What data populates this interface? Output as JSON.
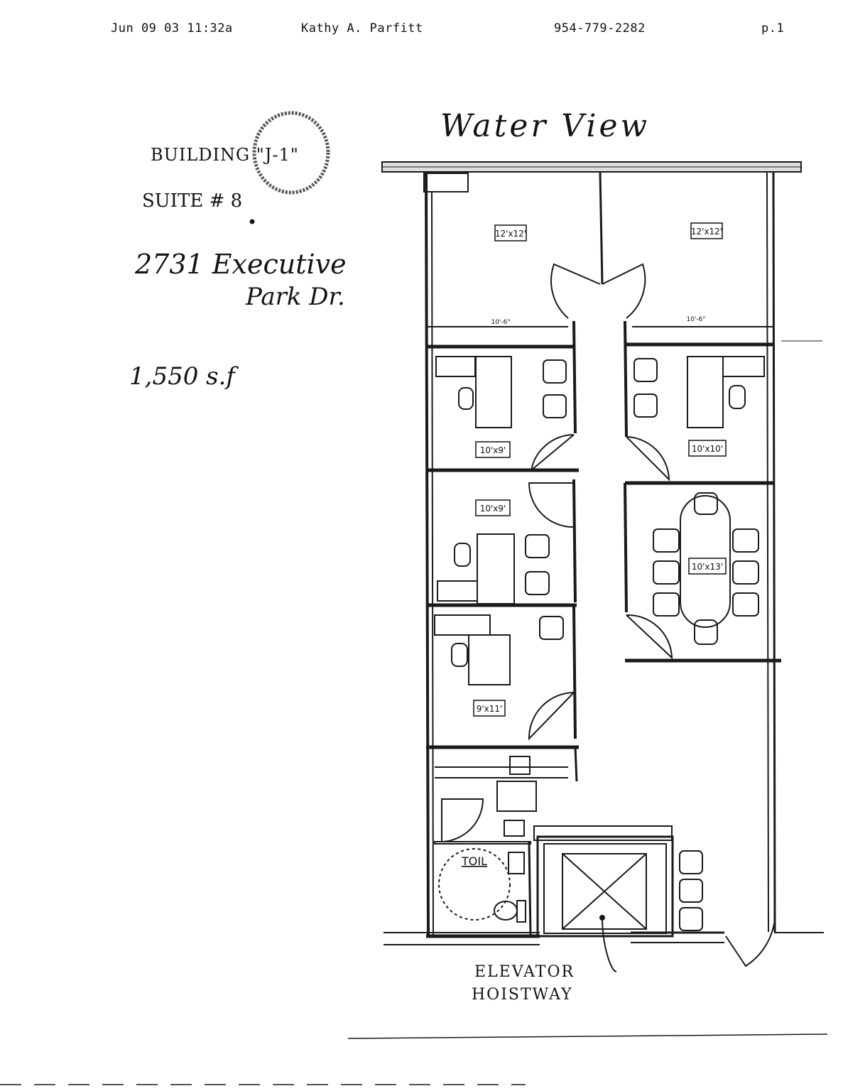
{
  "fax_header": {
    "date_time": "Jun 09 03 11:32a",
    "sender": "Kathy A. Parfitt",
    "phone": "954-779-2282",
    "page": "p.1"
  },
  "notes": {
    "view": "Water View",
    "building": "BUILDING \"J-1\"",
    "suite": "SUITE # 8",
    "address_line1": "2731 Executive",
    "address_line2": "Park Dr.",
    "area": "1,550 s.f"
  },
  "rooms": [
    {
      "label": "12'x12'"
    },
    {
      "label": "12'x12'"
    },
    {
      "label": "10'x9'"
    },
    {
      "label": "10'x10'"
    },
    {
      "label": "10'x9'"
    },
    {
      "label": "10'x13'"
    },
    {
      "label": "9'x11'"
    }
  ],
  "dimensions": [
    "10'-6\"",
    "10'-6\""
  ],
  "toilet_label": "TOIL",
  "elevator": {
    "line1": "ELEVATOR",
    "line2": "HOISTWAY"
  }
}
